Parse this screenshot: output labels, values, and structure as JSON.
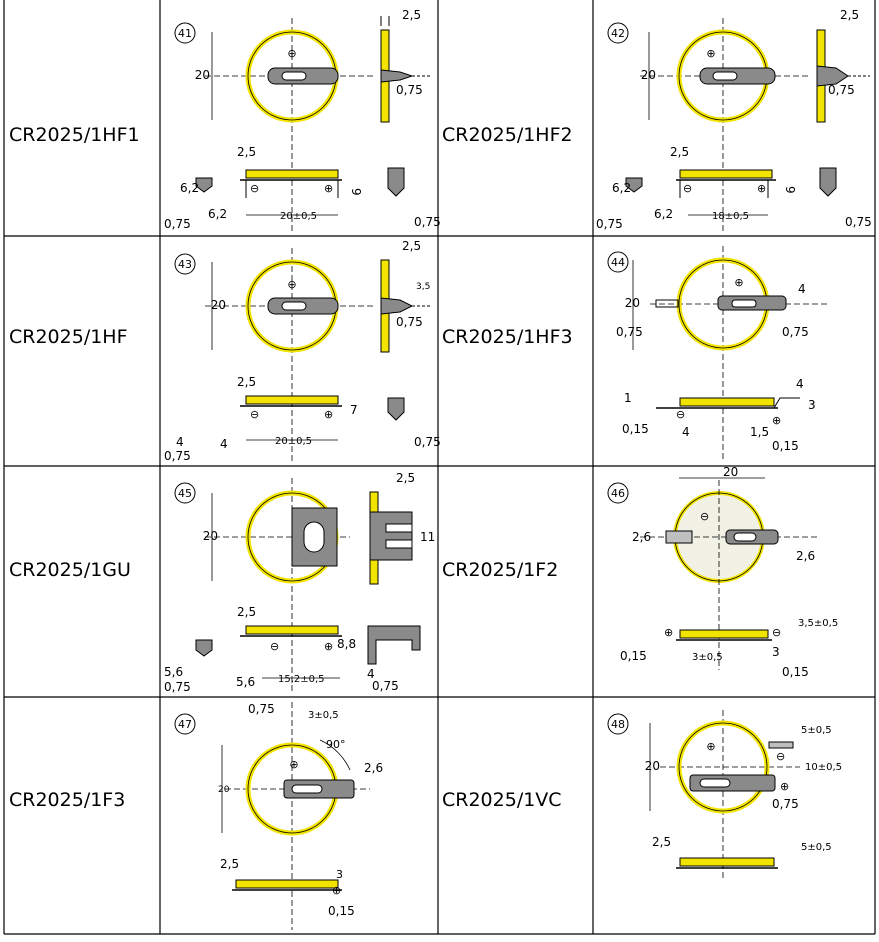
{
  "colors": {
    "battery": "#f2e300",
    "tab": "#8a8a8a",
    "line": "#000000",
    "bg": "#ffffff"
  },
  "cells": [
    {
      "model": "CR2025/1HF1",
      "num": "41",
      "dims": [
        "2,5",
        "20",
        "0,75",
        "2,5",
        "6,2",
        "9",
        "6,2",
        "0,75",
        "20±0,5",
        "0,75"
      ]
    },
    {
      "model": "CR2025/1HF2",
      "num": "42",
      "dims": [
        "2,5",
        "20",
        "0,75",
        "2,5",
        "6,2",
        "9",
        "0,75",
        "6,2",
        "18±0,5",
        "0,75"
      ]
    },
    {
      "model": "CR2025/1HF",
      "num": "43",
      "dims": [
        "2,5",
        "20",
        "3,5",
        "0,75",
        "2,5",
        "7",
        "4",
        "4",
        "0,75",
        "20±0,5",
        "0,75"
      ]
    },
    {
      "model": "CR2025/1HF3",
      "num": "44",
      "dims": [
        "20",
        "4",
        "0,75",
        "0,75",
        "1",
        "4",
        "3",
        "0,15",
        "4",
        "1,5",
        "0,15"
      ]
    },
    {
      "model": "CR2025/1GU",
      "num": "45",
      "dims": [
        "2,5",
        "20",
        "11",
        "2,5",
        "8,8",
        "5,6",
        "0,75",
        "5,6",
        "15,2±0,5",
        "4",
        "0,75"
      ]
    },
    {
      "model": "CR2025/1F2",
      "num": "46",
      "dims": [
        "20",
        "2,6",
        "2,6",
        "3,5±0,5",
        "0,15",
        "3±0,5",
        "3",
        "0,15"
      ]
    },
    {
      "model": "CR2025/1F3",
      "num": "47",
      "dims": [
        "0,75",
        "3±0,5",
        "90°",
        "20",
        "2,6",
        "2,5",
        "3",
        "0,15"
      ]
    },
    {
      "model": "CR2025/1VC",
      "num": "48",
      "dims": [
        "5±0,5",
        "20",
        "10±0,5",
        "0,75",
        "2,5",
        "5±0,5"
      ]
    }
  ]
}
